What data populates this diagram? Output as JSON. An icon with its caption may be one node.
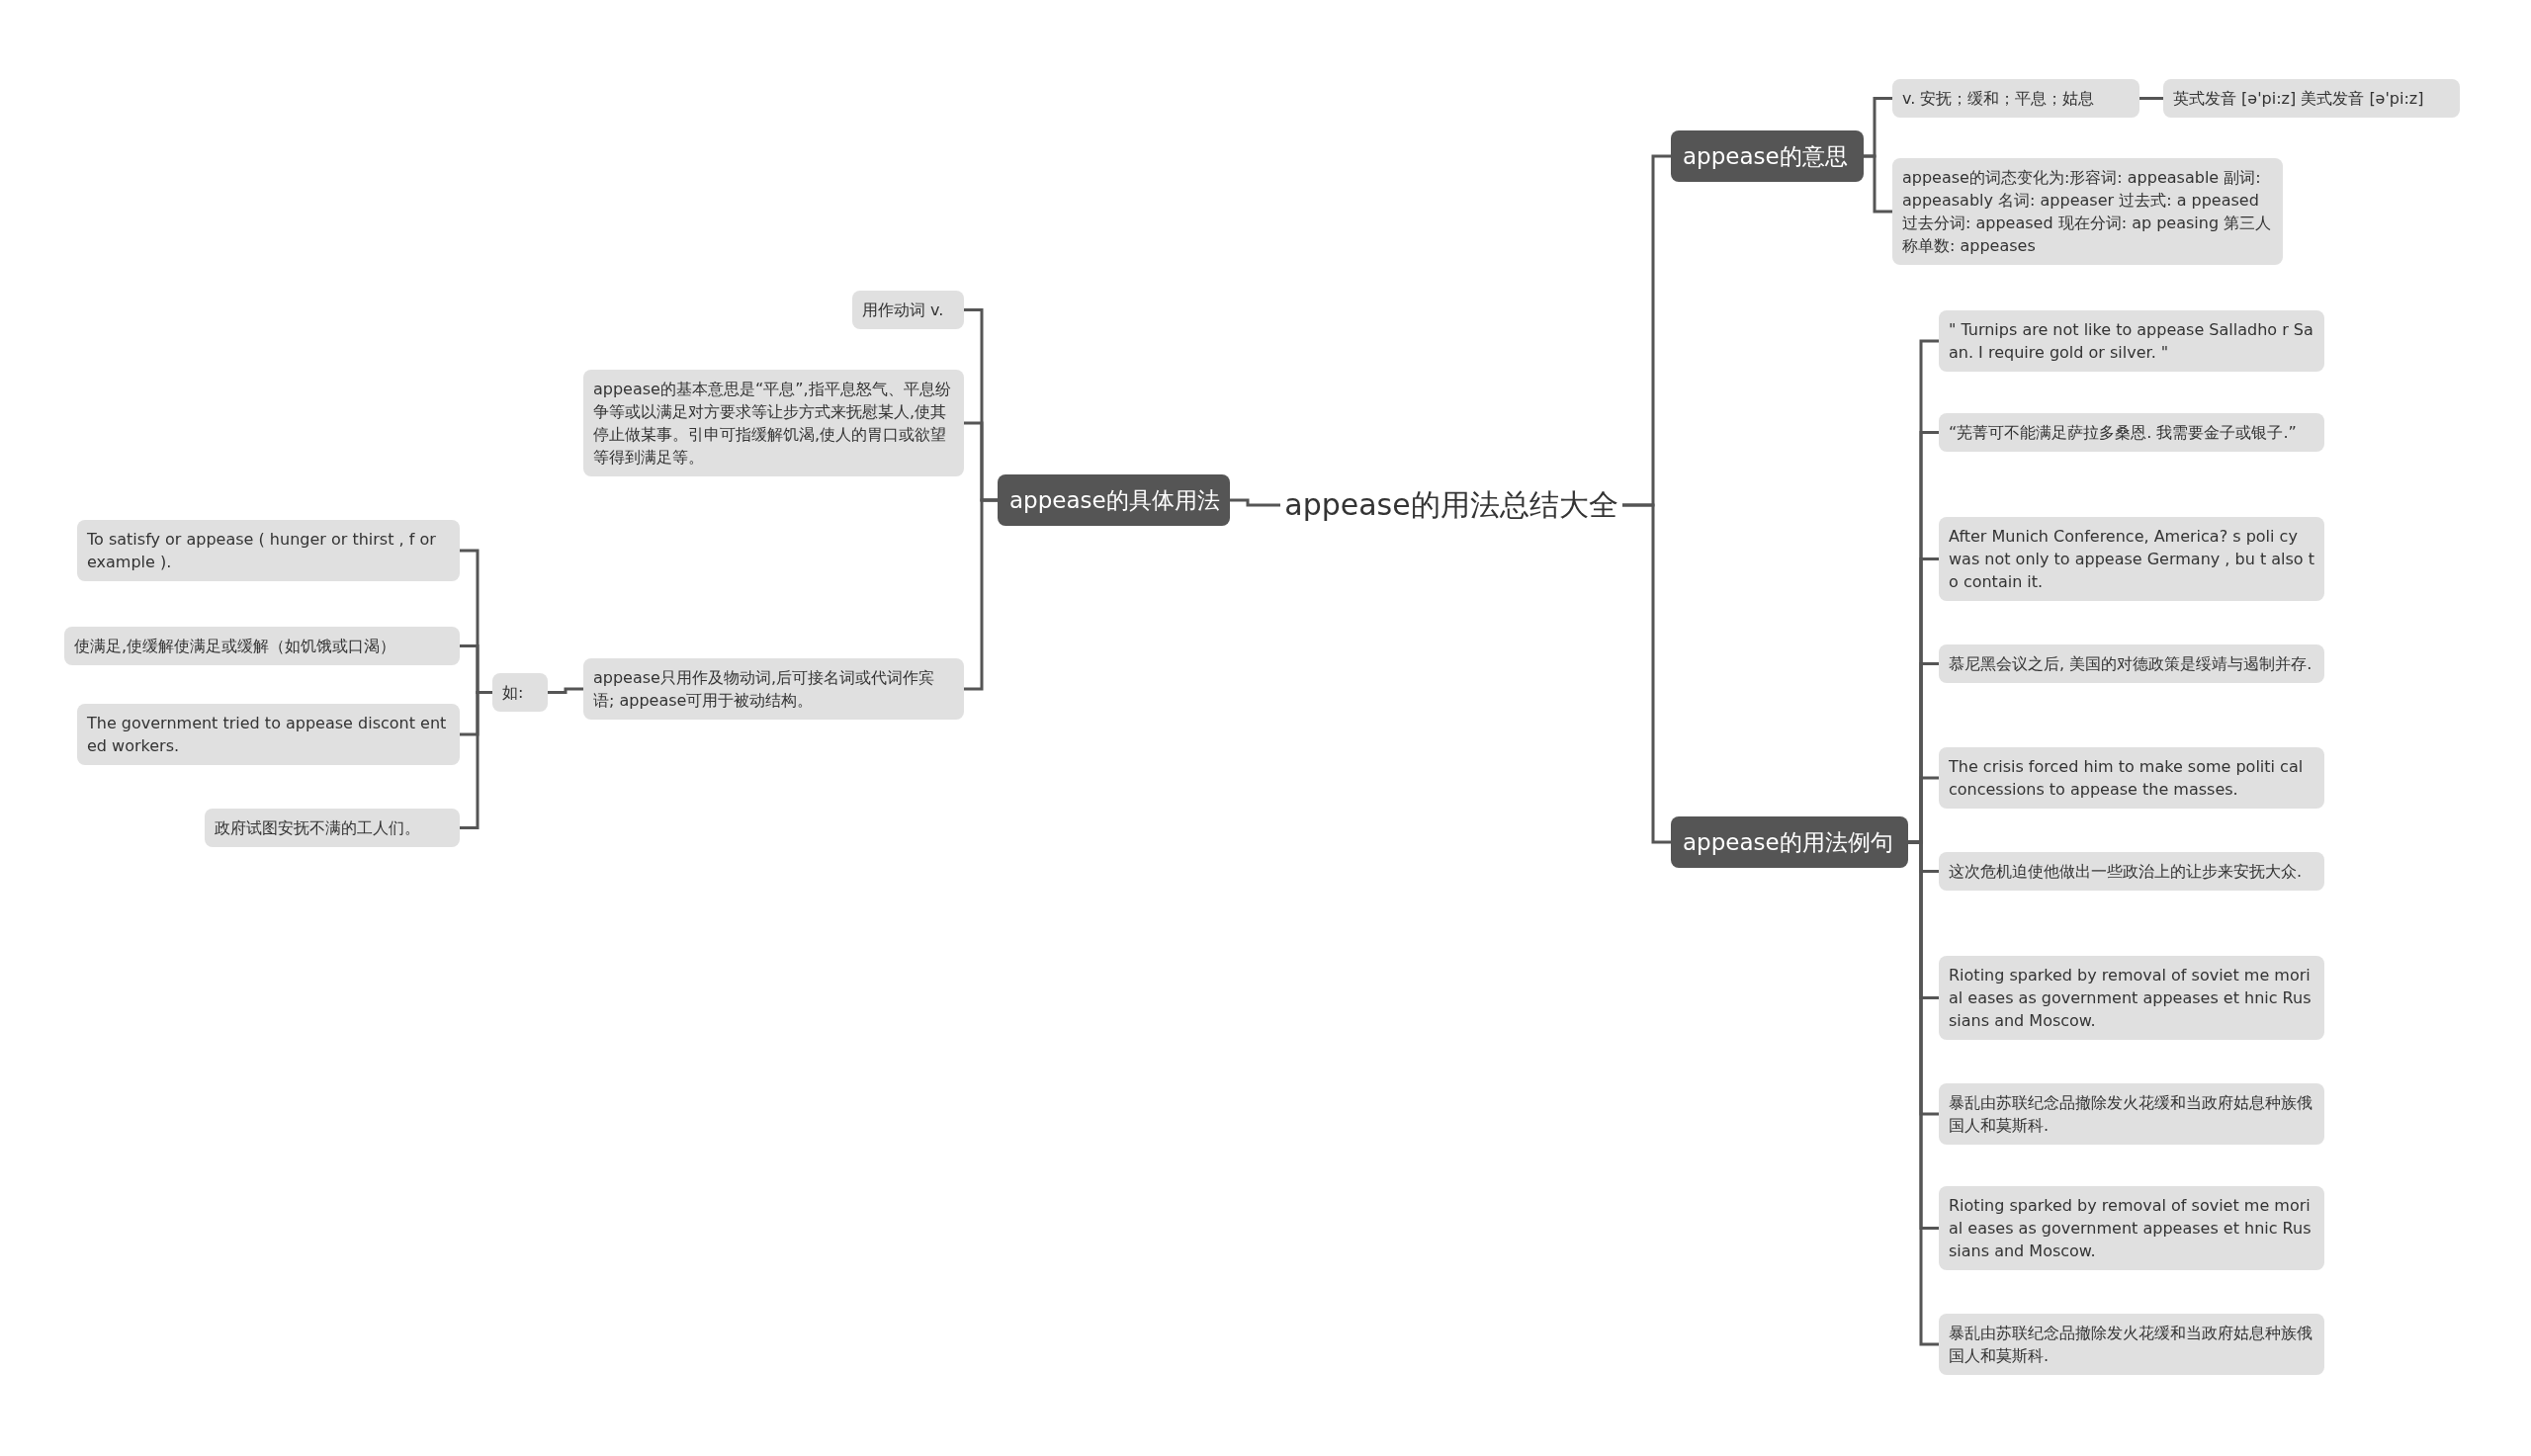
{
  "diagram": {
    "nodes": [
      {
        "text": [
          "appease的用法总结大全"
        ]
      },
      {
        "text": [
          "appease的具体用法"
        ]
      },
      {
        "text": [
          "用作动词 v."
        ]
      },
      {
        "text": [
          "appease的基本意思是“平息”,指平息怒气、平息纷争等或以满足对方要求等让步方式来抚慰某人,使其停止做某事。引申可指缓解饥渴,使人的胃口或欲望等得到满足等。"
        ]
      },
      {
        "text": [
          "appease只用作及物动词,后可接名词或代词作宾语; appease可用于被动结构。"
        ]
      },
      {
        "text": [
          "如:"
        ]
      },
      {
        "text": [
          "To satisfy or appease ( hunger or thirst , f or example )."
        ]
      },
      {
        "text": [
          "使满足,使缓解使满足或缓解（如饥饿或口渴）"
        ]
      },
      {
        "text": [
          "The government tried to appease discont ented workers."
        ]
      },
      {
        "text": [
          "政府试图安抚不满的工人们。"
        ]
      },
      {
        "text": [
          "appease的意思"
        ]
      },
      {
        "text": [
          "v. 安抚；缓和；平息；姑息"
        ]
      },
      {
        "text": [
          "英式发音 [ə'pi:z] 美式发音 [ə'pi:z]"
        ]
      },
      {
        "text": [
          "appease的词态变化为:形容词: appeasable 副词: appeasably 名词: appeaser 过去式: a ppeased 过去分词: appeased 现在分词: ap peasing 第三人称单数: appeases"
        ]
      },
      {
        "text": [
          "appease的用法例句"
        ]
      },
      {
        "text": [
          "\" Turnips are not like to appease Salladho r Saan. I require gold or silver. \""
        ]
      },
      {
        "text": [
          "“芜菁可不能满足萨拉多桑恩. 我需要金子或银子.”"
        ]
      },
      {
        "text": [
          "After Munich Conference, America? s poli cy was not only to appease Germany , bu t also to contain it."
        ]
      },
      {
        "text": [
          "慕尼黑会议之后, 美国的对德政策是绥靖与遏制并存."
        ]
      },
      {
        "text": [
          "The crisis forced him to make some politi cal concessions to appease the masses."
        ]
      },
      {
        "text": [
          "这次危机迫使他做出一些政治上的让步来安抚大众."
        ]
      },
      {
        "text": [
          "Rioting sparked by removal of soviet me morial eases as government appeases et hnic Russians and Moscow."
        ]
      },
      {
        "text": [
          "暴乱由苏联纪念品撤除发火花缓和当政府姑息种族俄国人和莫斯科."
        ]
      },
      {
        "text": [
          "Rioting sparked by removal of soviet me morial eases as government appeases et hnic Russians and Moscow."
        ]
      },
      {
        "text": [
          "暴乱由苏联纪念品撤除发火花缓和当政府姑息种族俄国人和莫斯科."
        ]
      }
    ],
    "edges": [
      {
        "from": 0,
        "to": 1,
        "arrow": "none"
      },
      {
        "from": 1,
        "to": 2,
        "arrow": "none"
      },
      {
        "from": 1,
        "to": 3,
        "arrow": "none"
      },
      {
        "from": 1,
        "to": 4,
        "arrow": "none"
      },
      {
        "from": 4,
        "to": 5,
        "arrow": "none"
      },
      {
        "from": 5,
        "to": 6,
        "arrow": "none"
      },
      {
        "from": 5,
        "to": 7,
        "arrow": "none"
      },
      {
        "from": 5,
        "to": 8,
        "arrow": "none"
      },
      {
        "from": 5,
        "to": 9,
        "arrow": "none"
      },
      {
        "from": 0,
        "to": 10,
        "arrow": "none"
      },
      {
        "from": 10,
        "to": 11,
        "arrow": "none"
      },
      {
        "from": 11,
        "to": 12,
        "arrow": "none"
      },
      {
        "from": 10,
        "to": 13,
        "arrow": "none"
      },
      {
        "from": 0,
        "to": 14,
        "arrow": "none"
      },
      {
        "from": 14,
        "to": 15,
        "arrow": "none"
      },
      {
        "from": 14,
        "to": 16,
        "arrow": "none"
      },
      {
        "from": 14,
        "to": 17,
        "arrow": "none"
      },
      {
        "from": 14,
        "to": 18,
        "arrow": "none"
      },
      {
        "from": 14,
        "to": 19,
        "arrow": "none"
      },
      {
        "from": 14,
        "to": 20,
        "arrow": "none"
      },
      {
        "from": 14,
        "to": 21,
        "arrow": "none"
      },
      {
        "from": 14,
        "to": 22,
        "arrow": "none"
      },
      {
        "from": 14,
        "to": 23,
        "arrow": "none"
      },
      {
        "from": 14,
        "to": 24,
        "arrow": "none"
      }
    ]
  }
}
